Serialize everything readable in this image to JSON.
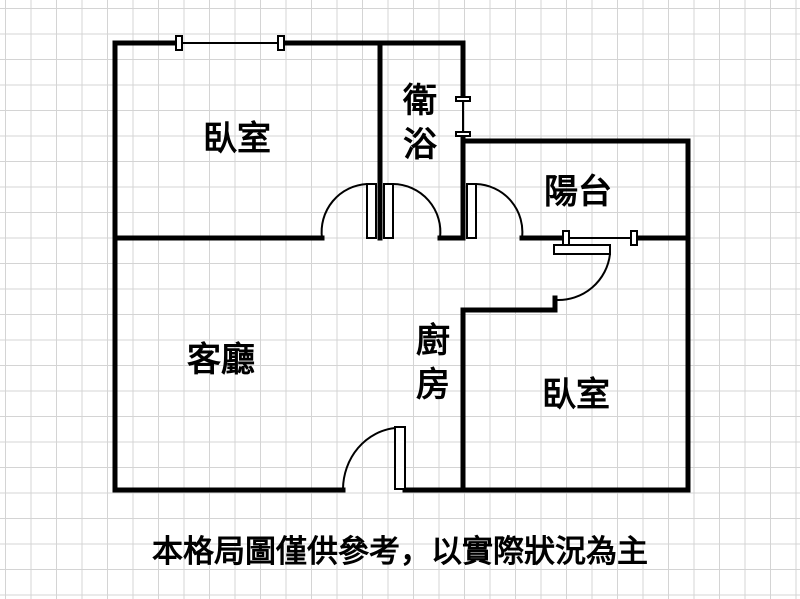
{
  "rooms": {
    "bedroom_1": "臥室",
    "bathroom_char1": "衛",
    "bathroom_char2": "浴",
    "balcony": "陽台",
    "living_room": "客廳",
    "kitchen_char1": "廚",
    "kitchen_char2": "房",
    "bedroom_2": "臥室"
  },
  "caption": "本格局圖僅供參考，以實際狀況為主"
}
